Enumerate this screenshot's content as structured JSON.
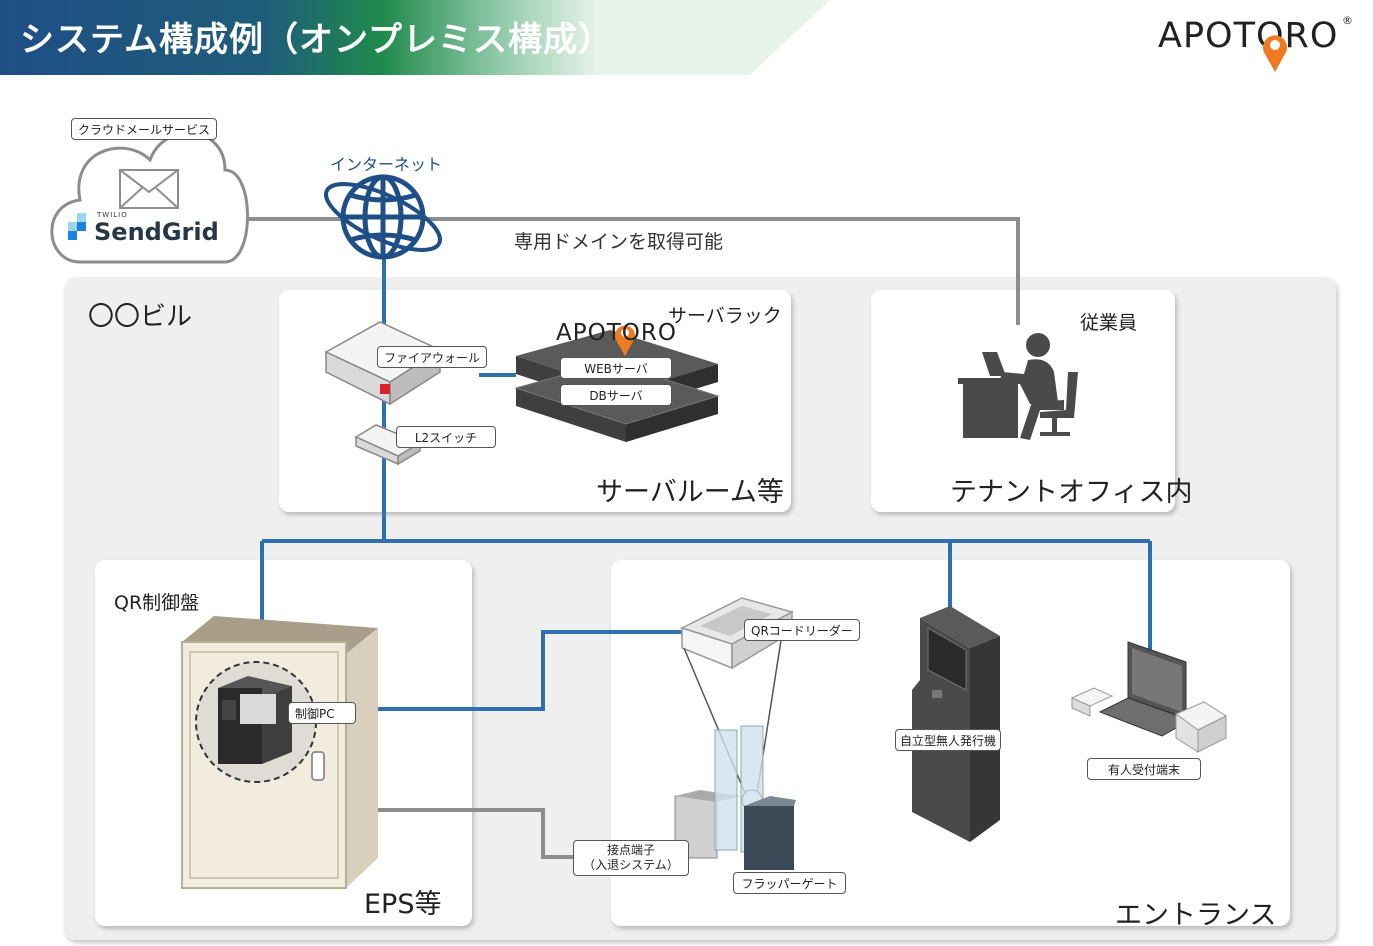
{
  "header": {
    "title": "システム構成例（オンプレミス構成）",
    "logo_text": "APOTORO",
    "logo_mark": "®"
  },
  "colors": {
    "line_blue": "#2e6fae",
    "line_gray": "#8d8d8d",
    "accent_orange": "#f07a22"
  },
  "cloud": {
    "service_tag": "クラウドメールサービス",
    "brand_small": "TWILIO",
    "brand": "SendGrid"
  },
  "internet": {
    "label": "インターネット",
    "note": "専用ドメインを取得可能"
  },
  "building": {
    "label": "〇〇ビル"
  },
  "server_room": {
    "rack_label": "サーバラック",
    "area_label": "サーバルーム等",
    "logo_text": "APOTORO",
    "firewall": "ファイアウォール",
    "switch": "L2スイッチ",
    "web_server": "WEBサーバ",
    "db_server": "DBサーバ"
  },
  "office": {
    "person_label": "従業員",
    "area_label": "テナントオフィス内"
  },
  "eps": {
    "panel_label": "QR制御盤",
    "pc_tag": "制御PC",
    "area_label": "EPS等"
  },
  "entrance": {
    "reader": "QRコードリーダー",
    "kiosk": "自立型無人発行機",
    "terminal": "有人受付端末",
    "contact_line1": "接点端子",
    "contact_line2": "（入退システム）",
    "gate": "フラッパーゲート",
    "area_label": "エントランス"
  }
}
